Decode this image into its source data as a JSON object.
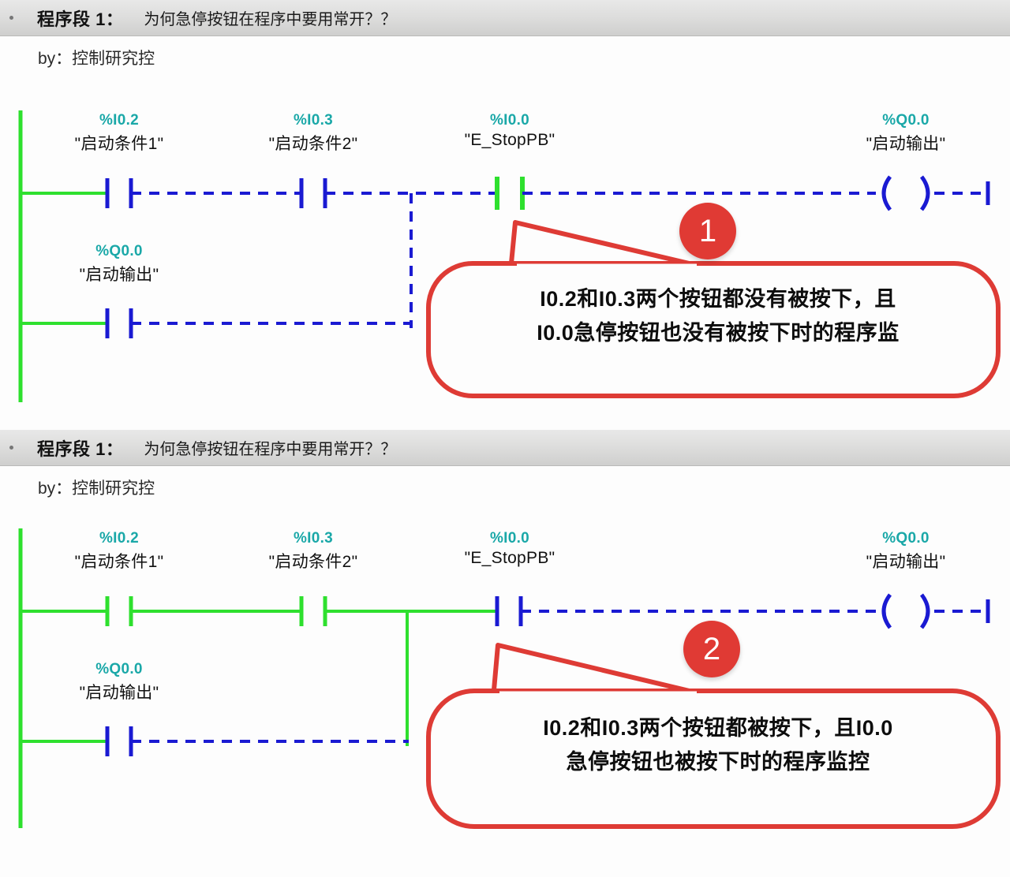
{
  "networks": [
    {
      "header": {
        "label": "程序段 1：",
        "title": "为何急停按钮在程序中要用常开？？"
      },
      "byline": "by：控制研究控",
      "rungs": {
        "main": [
          {
            "address": "%I0.2",
            "symbol": "\"启动条件1\"",
            "type": "contact-no",
            "energized": false
          },
          {
            "address": "%I0.3",
            "symbol": "\"启动条件2\"",
            "type": "contact-no",
            "energized": false
          },
          {
            "address": "%I0.0",
            "symbol": "\"E_StopPB\"",
            "type": "contact-no",
            "energized": true
          },
          {
            "address": "%Q0.0",
            "symbol": "\"启动输出\"",
            "type": "coil",
            "energized": false
          }
        ],
        "branch": [
          {
            "address": "%Q0.0",
            "symbol": "\"启动输出\"",
            "type": "contact-no",
            "energized": false
          }
        ]
      },
      "callout": {
        "number": "1",
        "lines": [
          "I0.2和I0.3两个按钮都没有被按下，且",
          "I0.0急停按钮也没有被按下时的程序监"
        ]
      }
    },
    {
      "header": {
        "label": "程序段 1：",
        "title": "为何急停按钮在程序中要用常开？？"
      },
      "byline": "by：控制研究控",
      "rungs": {
        "main": [
          {
            "address": "%I0.2",
            "symbol": "\"启动条件1\"",
            "type": "contact-no",
            "energized": true
          },
          {
            "address": "%I0.3",
            "symbol": "\"启动条件2\"",
            "type": "contact-no",
            "energized": true
          },
          {
            "address": "%I0.0",
            "symbol": "\"E_StopPB\"",
            "type": "contact-no",
            "energized": false
          },
          {
            "address": "%Q0.0",
            "symbol": "\"启动输出\"",
            "type": "coil",
            "energized": false
          }
        ],
        "branch": [
          {
            "address": "%Q0.0",
            "symbol": "\"启动输出\"",
            "type": "contact-no",
            "energized": false
          }
        ]
      },
      "callout": {
        "number": "2",
        "lines": [
          "I0.2和I0.3两个按钮都被按下，且I0.0",
          "急停按钮也被按下时的程序监控"
        ]
      }
    }
  ],
  "colors": {
    "energized": "#2ee02e",
    "deenergized": "#1a1ad2",
    "address_text": "#1aa8a8",
    "callout_red": "#e03a34",
    "header_bg": "#dededd"
  }
}
